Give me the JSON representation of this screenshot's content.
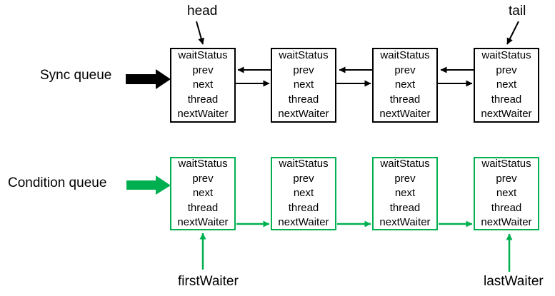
{
  "diagram": {
    "node_fields": [
      "waitStatus",
      "prev",
      "next",
      "thread",
      "nextWaiter"
    ],
    "sync_queue": {
      "label": "Sync queue",
      "head_label": "head",
      "tail_label": "tail",
      "node_count": 4,
      "color": "#000000",
      "link_style": "doubly-linked (prev points left, next points right)"
    },
    "condition_queue": {
      "label": "Condition queue",
      "first_waiter_label": "firstWaiter",
      "last_waiter_label": "lastWaiter",
      "node_count": 4,
      "color": "#00B050",
      "link_style": "singly-linked (nextWaiter points right)"
    }
  }
}
